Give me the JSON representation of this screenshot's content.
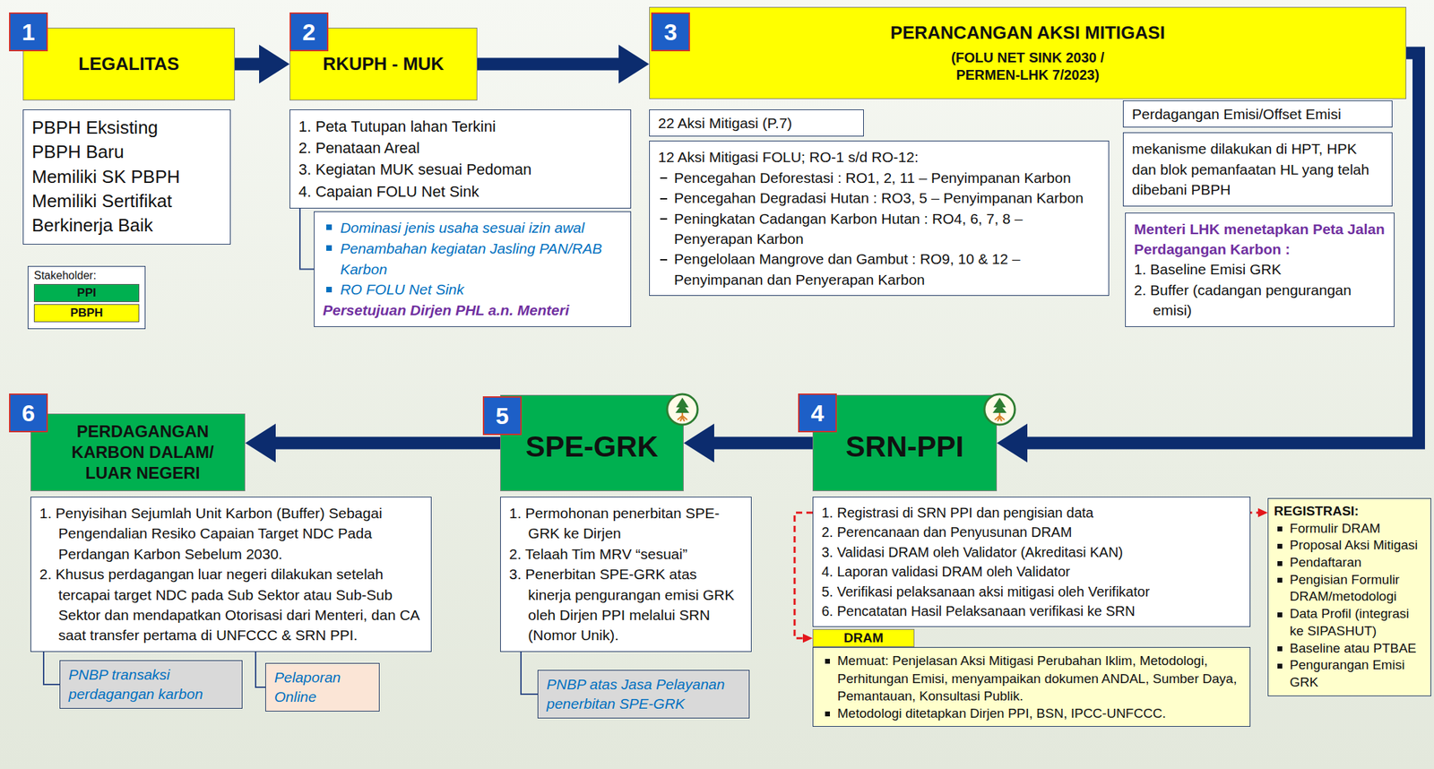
{
  "diagram": {
    "nodes": [
      {
        "text": [
          "1"
        ]
      },
      {
        "text": [
          "LEGALITAS"
        ]
      },
      {
        "text": [
          "PBPH Eksisting",
          "PBPH Baru",
          "Memiliki SK PBPH",
          "Memiliki Sertifikat",
          "Berkinerja Baik"
        ]
      },
      {
        "text": [
          "Stakeholder:"
        ]
      },
      {
        "text": [
          "2"
        ]
      },
      {
        "text": [
          "RKUPH - MUK"
        ]
      },
      {
        "text": [
          "1. Peta Tutupan lahan Terkini",
          "2. Penataan Areal",
          "3. Kegiatan MUK sesuai Pedoman",
          "4. Capaian FOLU Net Sink"
        ]
      },
      {
        "text": [
          "Dominasi jenis usaha sesuai izin awal",
          "Penambahan kegiatan Jasling PAN/RAB Karbon",
          "RO FOLU Net Sink",
          "Persetujuan Dirjen PHL a.n. Menteri"
        ]
      },
      {
        "text": [
          "3"
        ]
      },
      {
        "text": [
          "PERANCANGAN AKSI MITIGASI",
          "(FOLU NET SINK 2030 / PERMEN-LHK 7/2023)"
        ]
      },
      {
        "text": [
          "22 Aksi Mitigasi (P.7)"
        ]
      },
      {
        "text": [
          "12 Aksi Mitigasi FOLU; RO-1 s/d RO-12:",
          "Pencegahan Deforestasi : RO1, 2, 11 – Penyimpanan Karbon",
          "Pencegahan Degradasi Hutan : RO3, 5 – Penyimpanan Karbon",
          "Peningkatan Cadangan Karbon Hutan : RO4, 6, 7, 8 – Penyerapan Karbon",
          "Pengelolaan Mangrove dan Gambut : RO9, 10 & 12 – Penyimpanan dan Penyerapan Karbon"
        ]
      },
      {
        "text": [
          "Perdagangan Emisi/Offset Emisi"
        ]
      },
      {
        "text": [
          "mekanisme dilakukan di HPT, HPK dan blok pemanfaatan HL yang telah dibebani PBPH"
        ]
      },
      {
        "text": [
          "Menteri LHK menetapkan Peta Jalan Perdagangan Karbon :",
          "1. Baseline Emisi GRK",
          "2. Buffer (cadangan pengurangan emisi)"
        ]
      },
      {
        "text": [
          "4"
        ]
      },
      {
        "text": [
          "SRN-PPI"
        ]
      },
      {
        "text": [
          "1. Registrasi di SRN PPI dan pengisian data",
          "2. Perencanaan dan Penyusunan DRAM",
          "3. Validasi DRAM oleh Validator (Akreditasi KAN)",
          "4. Laporan validasi DRAM oleh Validator",
          "5. Verifikasi pelaksanaan aksi mitigasi oleh Verifikator",
          "6. Pencatatan Hasil Pelaksanaan verifikasi ke SRN"
        ]
      },
      {
        "text": [
          "DRAM"
        ]
      },
      {
        "text": [
          "Memuat: Penjelasan Aksi Mitigasi Perubahan Iklim, Metodologi, Perhitungan Emisi, menyampaikan dokumen ANDAL, Sumber Daya, Pemantauan, Konsultasi Publik.",
          "Metodologi ditetapkan Dirjen PPI, BSN, IPCC-UNFCCC."
        ]
      },
      {
        "text": [
          "REGISTRASI:",
          "Formulir DRAM",
          "Proposal Aksi Mitigasi",
          "Pendaftaran",
          "Pengisian Formulir DRAM/metodologi",
          "Data Profil (integrasi ke SIPASHUT)",
          "Baseline atau PTBAE",
          "Pengurangan Emisi GRK"
        ]
      },
      {
        "text": [
          "5"
        ]
      },
      {
        "text": [
          "SPE-GRK"
        ]
      },
      {
        "text": [
          "1. Permohonan penerbitan SPE-GRK ke Dirjen",
          "2. Telaah Tim MRV “sesuai”",
          "3. Penerbitan SPE-GRK atas kinerja pengurangan emisi GRK oleh Dirjen PPI melalui SRN (Nomor Unik)."
        ]
      },
      {
        "text": [
          "PNBP atas Jasa Pelayanan penerbitan SPE-GRK"
        ]
      },
      {
        "text": [
          "6"
        ]
      },
      {
        "text": [
          "PERDAGANGAN KARBON DALAM/ LUAR NEGERI"
        ]
      },
      {
        "text": [
          "1. Penyisihan Sejumlah Unit Karbon (Buffer) Sebagai Pengendalian Resiko Capaian Target NDC Pada Perdangan Karbon Sebelum 2030.",
          "2. Khusus perdagangan luar negeri dilakukan setelah tercapai target NDC pada Sub Sektor atau Sub-Sub Sektor dan mendapatkan Otorisasi dari Menteri, dan CA saat transfer pertama di UNFCCC & SRN PPI."
        ]
      },
      {
        "text": [
          "PNBP transaksi perdagangan karbon"
        ]
      },
      {
        "text": [
          "Pelaporan Online"
        ]
      }
    ],
    "edges": [
      {
        "from": 1,
        "to": 5,
        "arrow": "to"
      },
      {
        "from": 5,
        "to": 9,
        "arrow": "to"
      },
      {
        "from": 9,
        "to": 16,
        "arrow": "to"
      },
      {
        "from": 16,
        "to": 22,
        "arrow": "to"
      },
      {
        "from": 22,
        "to": 26,
        "arrow": "to"
      },
      {
        "from": 6,
        "to": 7,
        "arrow": "none"
      },
      {
        "from": 17,
        "to": 20,
        "arrow": "to"
      },
      {
        "from": 17,
        "to": 18,
        "arrow": "to"
      },
      {
        "from": 23,
        "to": 24,
        "arrow": "none"
      },
      {
        "from": 27,
        "to": 28,
        "arrow": "none"
      },
      {
        "from": 27,
        "to": 29,
        "arrow": "none"
      }
    ],
    "legend": [
      {
        "text": "PPI",
        "color": "#00b050"
      },
      {
        "text": "PBPH",
        "color": "#ffff00"
      }
    ]
  }
}
